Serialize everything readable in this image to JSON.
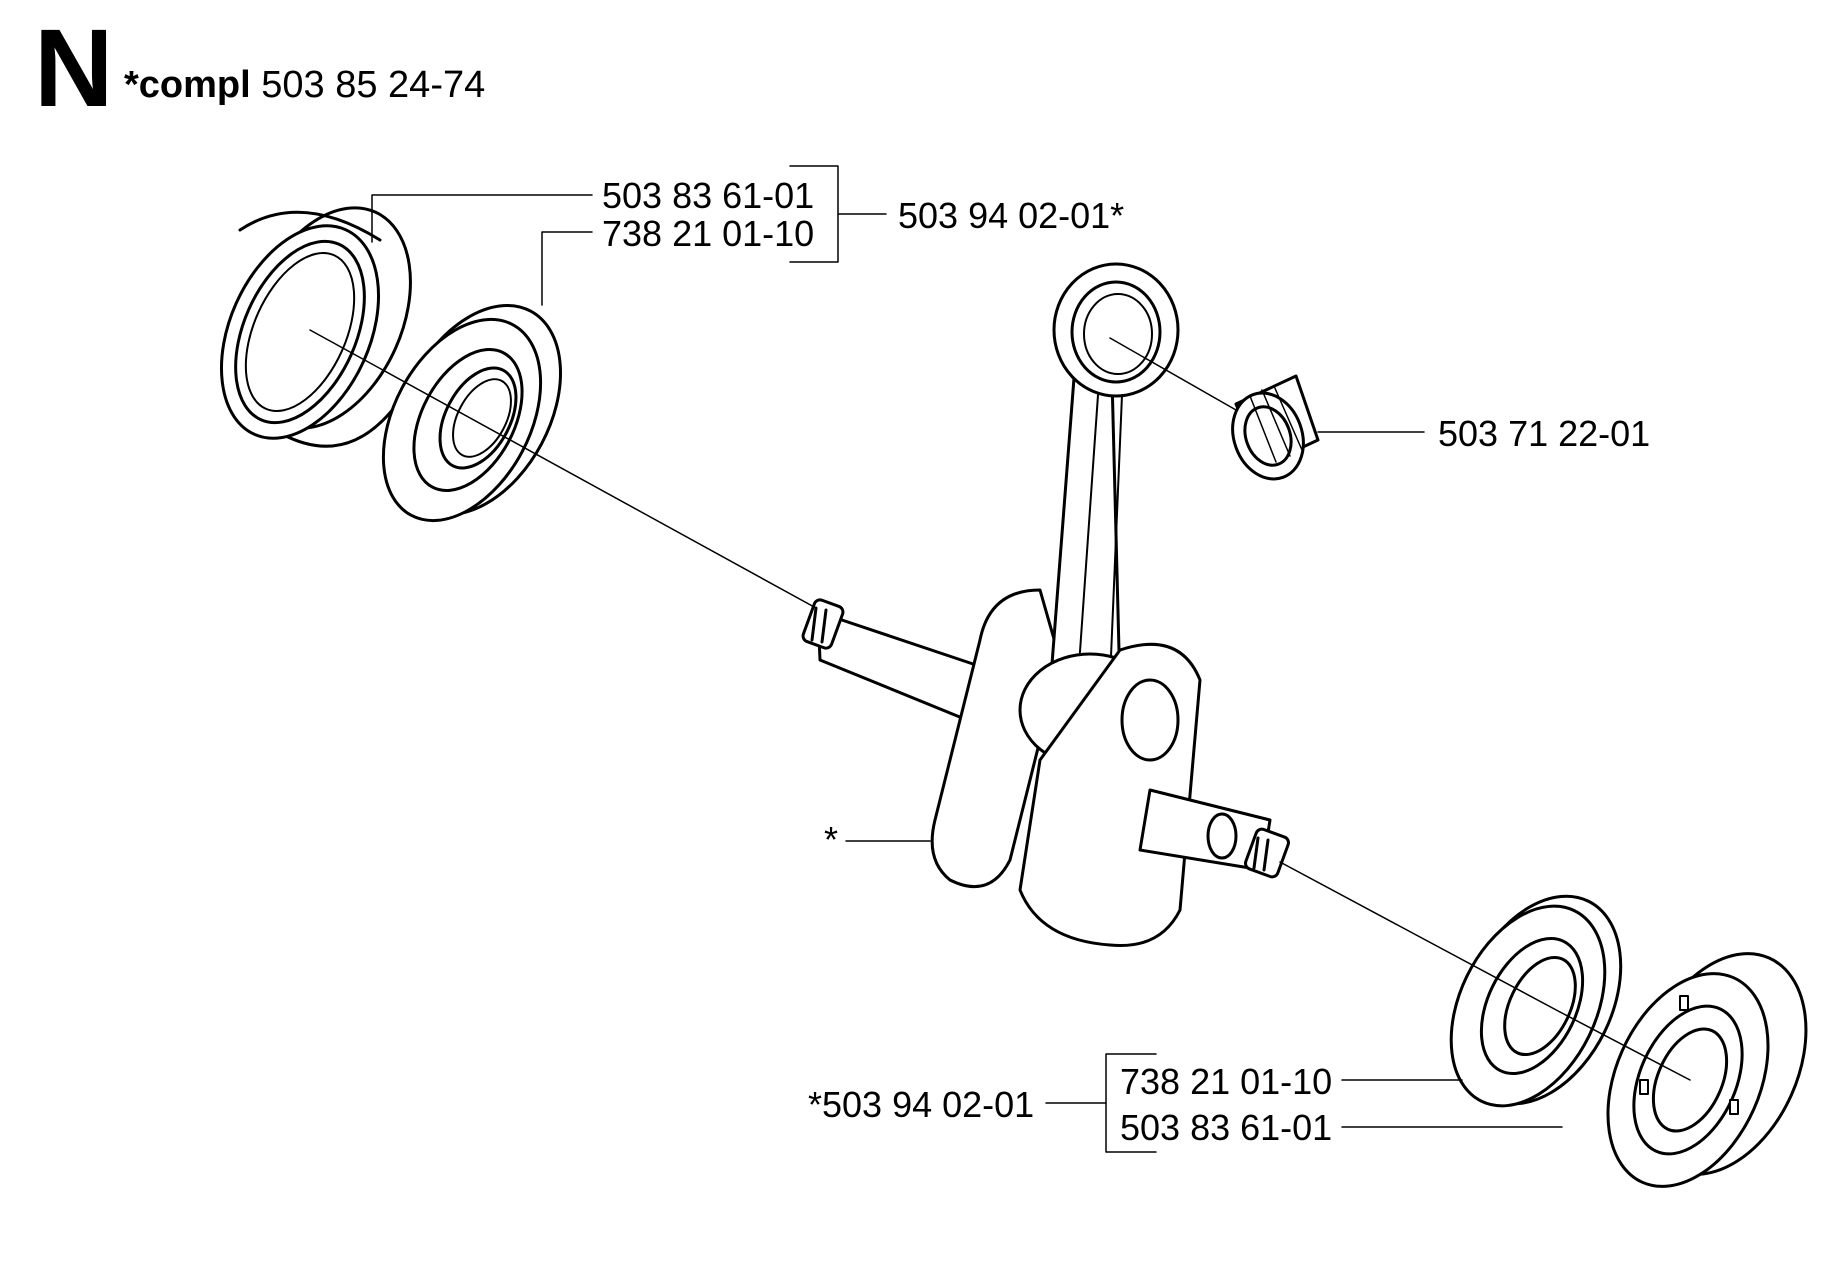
{
  "header": {
    "section_letter": "N",
    "compl_label": "*compl",
    "compl_part_number": "503 85 24-74"
  },
  "parts": {
    "top_bearing_housing": "503 83 61-01",
    "top_ball_bearing": "738 21 01-10",
    "top_group_ref": "503 94 02-01*",
    "needle_bearing": "503 71 22-01",
    "crankshaft_marker": "*",
    "bottom_group_ref": "*503 94 02-01",
    "bottom_ball_bearing": "738 21 01-10",
    "bottom_bearing_housing": "503 83 61-01"
  }
}
